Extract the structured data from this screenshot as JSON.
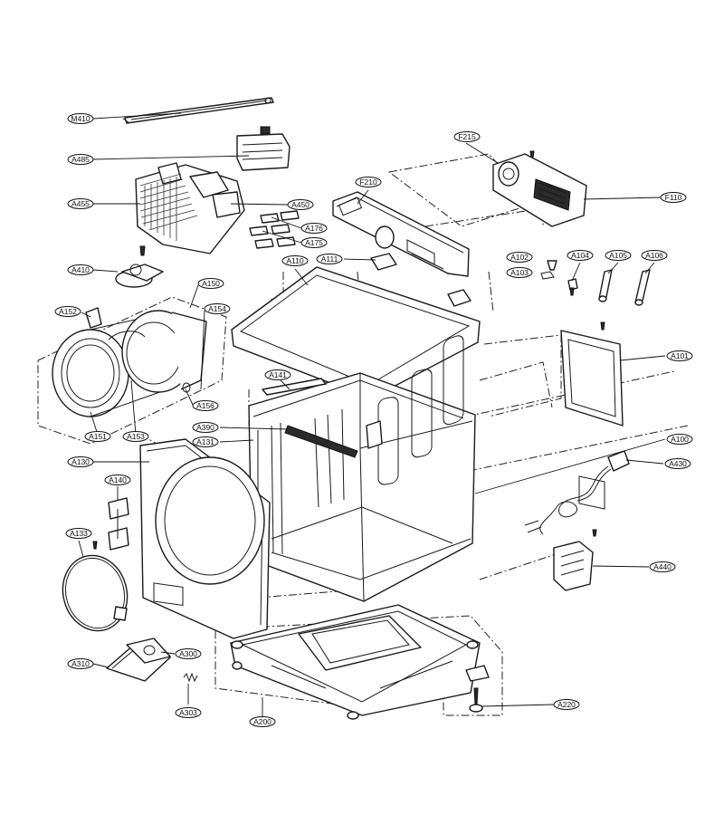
{
  "callouts": [
    {
      "id": "M410",
      "label": "M410"
    },
    {
      "id": "A485",
      "label": "A485"
    },
    {
      "id": "A455",
      "label": "A455"
    },
    {
      "id": "A450",
      "label": "A450"
    },
    {
      "id": "A176",
      "label": "A176"
    },
    {
      "id": "A175",
      "label": "A175"
    },
    {
      "id": "A410",
      "label": "A410"
    },
    {
      "id": "F210",
      "label": "F210"
    },
    {
      "id": "F215",
      "label": "F215"
    },
    {
      "id": "F110",
      "label": "F110"
    },
    {
      "id": "A110",
      "label": "A110"
    },
    {
      "id": "A111",
      "label": "A111"
    },
    {
      "id": "A102",
      "label": "A102"
    },
    {
      "id": "A103",
      "label": "A103"
    },
    {
      "id": "A104",
      "label": "A104"
    },
    {
      "id": "A105",
      "label": "A105"
    },
    {
      "id": "A106",
      "label": "A106"
    },
    {
      "id": "A150",
      "label": "A150"
    },
    {
      "id": "A154",
      "label": "A154"
    },
    {
      "id": "A152",
      "label": "A152"
    },
    {
      "id": "A156",
      "label": "A156"
    },
    {
      "id": "A151",
      "label": "A151"
    },
    {
      "id": "A153",
      "label": "A153"
    },
    {
      "id": "A101",
      "label": "A101"
    },
    {
      "id": "A141",
      "label": "A141"
    },
    {
      "id": "A390",
      "label": "A390"
    },
    {
      "id": "A131",
      "label": "A131"
    },
    {
      "id": "A100",
      "label": "A100"
    },
    {
      "id": "A130",
      "label": "A130"
    },
    {
      "id": "A430",
      "label": "A430"
    },
    {
      "id": "A140",
      "label": "A140"
    },
    {
      "id": "A133",
      "label": "A133"
    },
    {
      "id": "A440",
      "label": "A440"
    },
    {
      "id": "A300",
      "label": "A300"
    },
    {
      "id": "A310",
      "label": "A310"
    },
    {
      "id": "A303",
      "label": "A303"
    },
    {
      "id": "A200",
      "label": "A200"
    },
    {
      "id": "A220",
      "label": "A220"
    }
  ]
}
